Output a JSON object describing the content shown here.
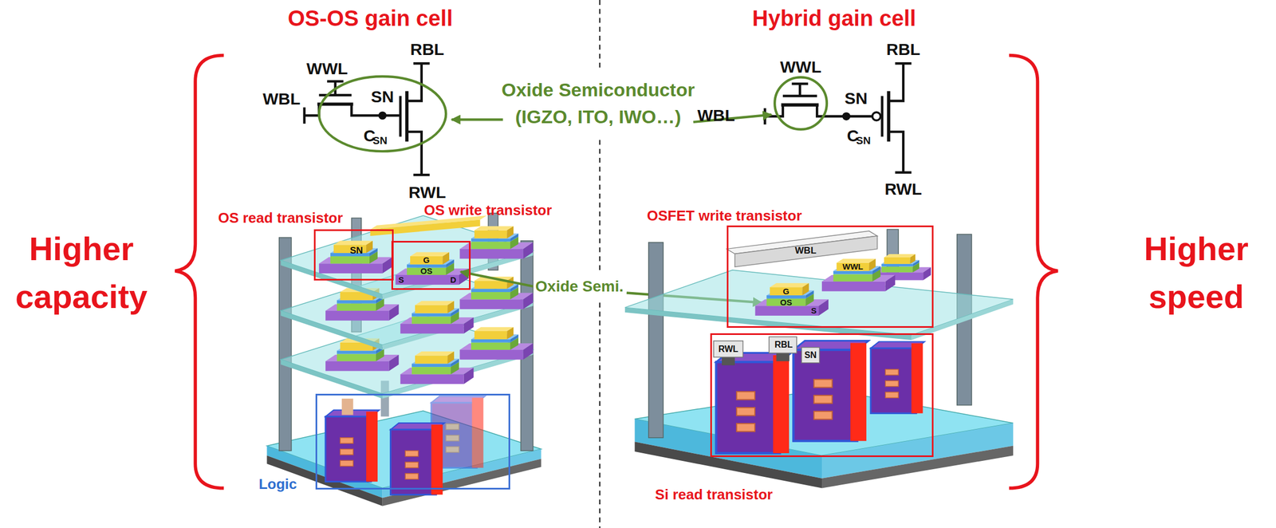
{
  "diagram": {
    "nodes": [
      {
        "text": [
          "OS read transistor",
          "SN"
        ]
      },
      {
        "text": [
          "OS write transistor",
          "G",
          "S",
          "OS",
          "D"
        ]
      },
      {
        "text": [
          "Logic"
        ]
      },
      {
        "text": [
          "OSFET write transistor",
          "WBL",
          "WWL",
          "G",
          "OS",
          "S"
        ]
      },
      {
        "text": [
          "Si read transistor",
          "RWL",
          "RBL",
          "SN"
        ]
      }
    ],
    "labels": [
      "OS-OS gain cell",
      "Hybrid gain cell",
      "Higher capacity",
      "Higher speed",
      "WWL",
      "WBL",
      "SN",
      "C",
      "SN",
      "RBL",
      "RWL",
      "Oxide Semiconductor (IGZO, ITO, IWO…)",
      "WWL",
      "WBL",
      "SN",
      "C",
      "SN",
      "RBL",
      "RWL",
      "Oxide Semi."
    ]
  }
}
